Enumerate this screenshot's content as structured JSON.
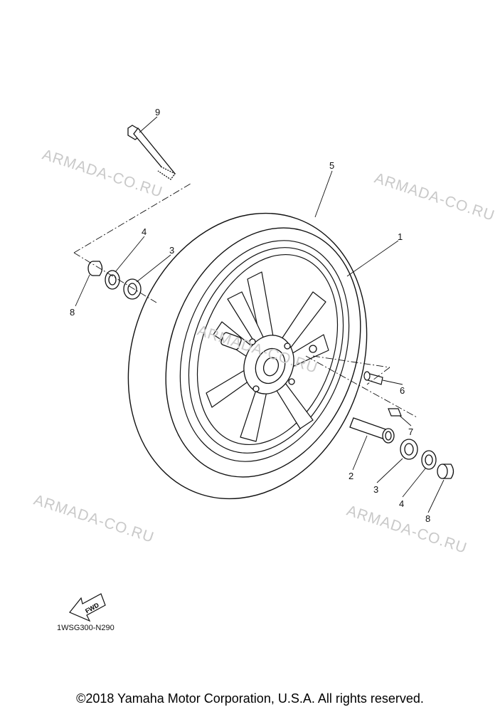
{
  "watermarks": [
    "ARMADA-CO.RU",
    "ARMADA-CO.RU",
    "ARMADA-CO.RU",
    "ARMADA-CO.RU",
    "ARMADA-CO.RU"
  ],
  "callouts": {
    "c1": "1",
    "c2": "2",
    "c3a": "3",
    "c3b": "3",
    "c4a": "4",
    "c4b": "4",
    "c5": "5",
    "c6": "6",
    "c7": "7",
    "c8a": "8",
    "c8b": "8",
    "c9": "9"
  },
  "fwd_label": "FWD",
  "drawing_code": "1WSG300-N290",
  "copyright": "©2018 Yamaha Motor Corporation, U.S.A. All rights reserved."
}
